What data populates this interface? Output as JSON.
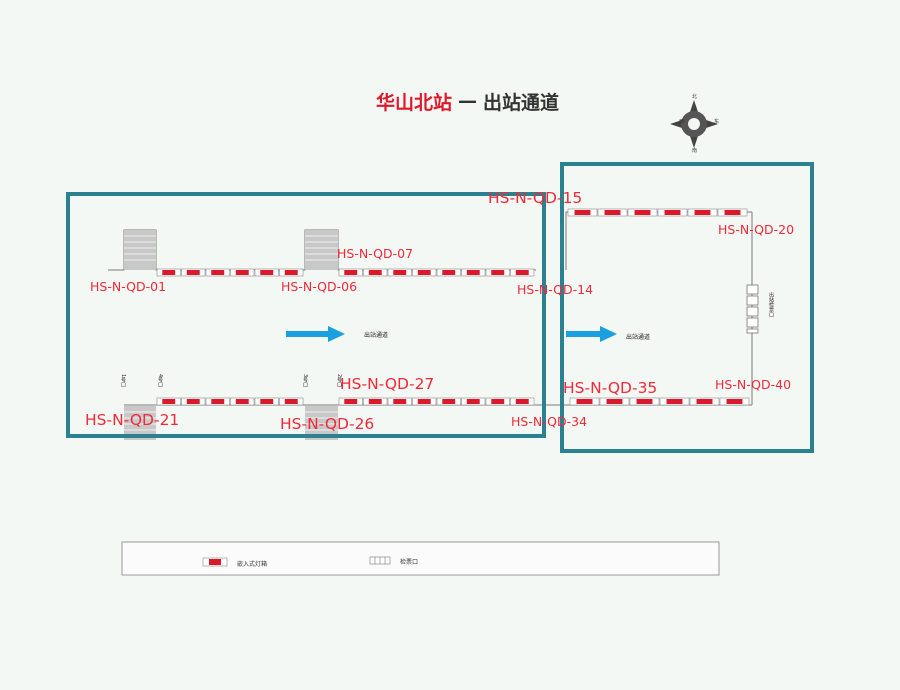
{
  "title": {
    "station": "华山北站",
    "separator": "—",
    "subtitle": "出站通道"
  },
  "compass": {
    "north": "北",
    "south": "南",
    "east": "东",
    "west": "西"
  },
  "passage_labels": {
    "left": "出站通道",
    "right": "出站通道"
  },
  "ad_codes": {
    "qd01": "HS-N-QD-01",
    "qd06": "HS-N-QD-06",
    "qd07": "HS-N-QD-07",
    "qd14": "HS-N-QD-14",
    "qd15": "HS-N-QD-15",
    "qd20": "HS-N-QD-20",
    "qd21": "HS-N-QD-21",
    "qd26": "HS-N-QD-26",
    "qd27": "HS-N-QD-27",
    "qd34": "HS-N-QD-34",
    "qd35": "HS-N-QD-35",
    "qd40": "HS-N-QD-40"
  },
  "stair_labels": {
    "s1": "1号口",
    "s2": "4号口",
    "s3": "3号口",
    "s4": "2号口"
  },
  "exit_sign": "出站检票口",
  "legend": {
    "ad_label": "嵌入式灯箱",
    "gate_label": "检票口"
  },
  "colors": {
    "title_red": "#e0182b",
    "label_red": "#f02a38",
    "frame_teal": "#2b8190",
    "ad_red": "#d81a2a",
    "arrow_blue": "#1aa0e0"
  }
}
